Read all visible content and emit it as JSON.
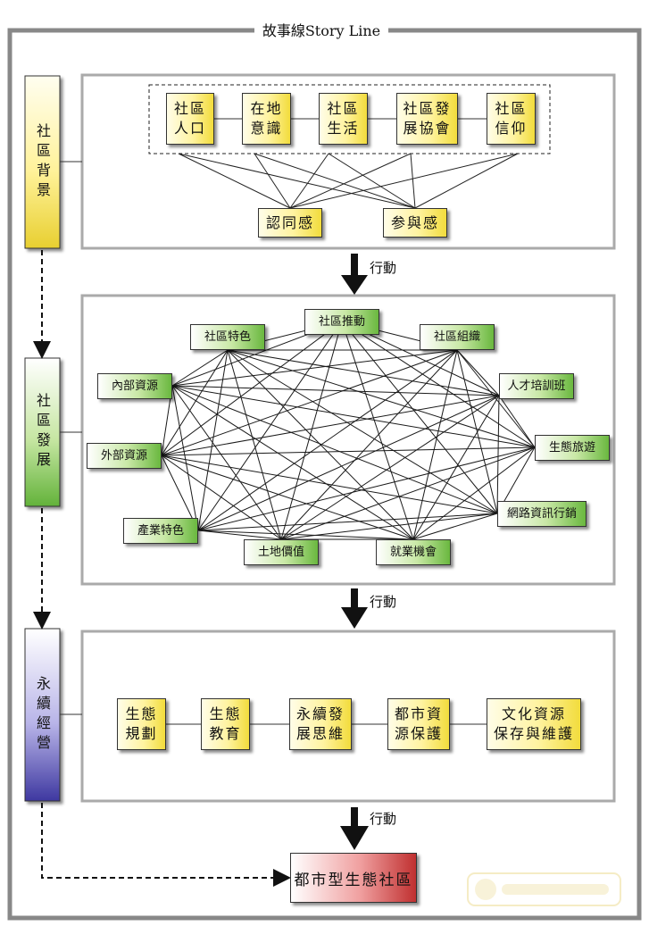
{
  "title": "故事線Story Line",
  "sections": {
    "background": {
      "label": "社區背景",
      "factors": [
        "社區\n人口",
        "在地\n意識",
        "社區\n生活",
        "社區發\n展協會",
        "社區\n信仰"
      ],
      "outcomes": [
        "認同感",
        "参與感"
      ]
    },
    "development": {
      "label": "社區發展",
      "nodes": [
        "社區推動",
        "社區特色",
        "社區組織",
        "內部資源",
        "人才培訓班",
        "外部資源",
        "生態旅遊",
        "網路資訊行銷",
        "產業特色",
        "土地價值",
        "就業機會"
      ]
    },
    "sustainability": {
      "label": "永續經營",
      "items": [
        "生態\n規劃",
        "生態\n教育",
        "永續發\n展思維",
        "都市資\n源保護",
        "文化資源\n保存與維護"
      ]
    }
  },
  "actions": [
    "行動",
    "行動",
    "行動"
  ],
  "final": "都市型生態社區",
  "colors": {
    "yellow": "#f2dc3c",
    "green": "#6ab83f",
    "purple": "#4a44a8",
    "red": "#c03030",
    "panel_border": "#aaaaaa",
    "outer_border": "#888888"
  }
}
